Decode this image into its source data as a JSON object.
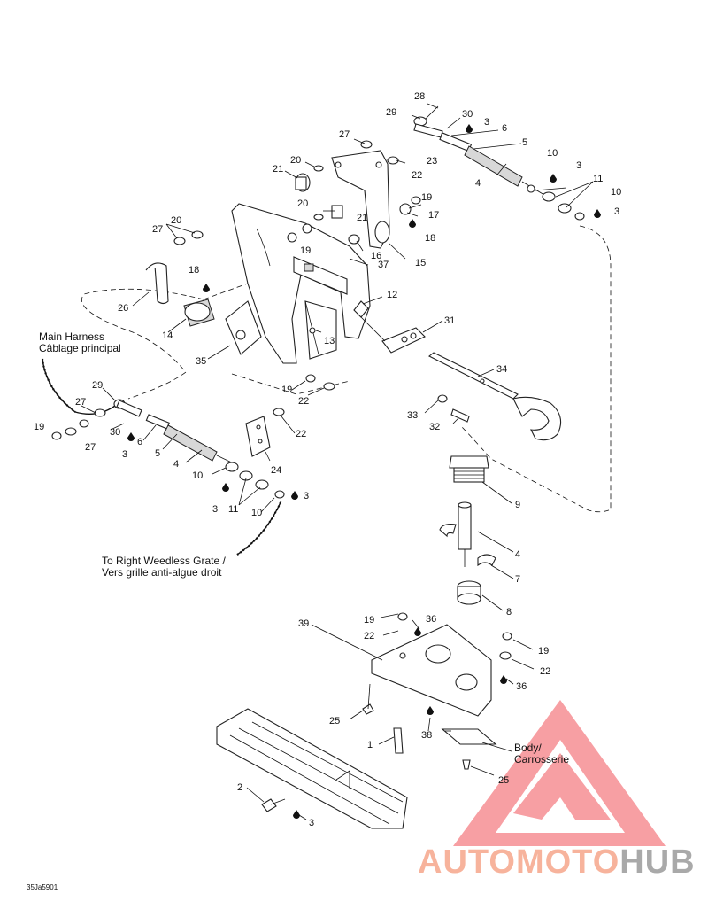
{
  "callouts": [
    {
      "id": "c28a",
      "text": "28"
    },
    {
      "id": "c29a",
      "text": "29"
    },
    {
      "id": "c30a",
      "text": "30"
    },
    {
      "id": "c3a",
      "text": "3"
    },
    {
      "id": "c6a",
      "text": "6"
    },
    {
      "id": "c27a",
      "text": "27"
    },
    {
      "id": "c5a",
      "text": "5"
    },
    {
      "id": "c20a",
      "text": "20"
    },
    {
      "id": "c23",
      "text": "23"
    },
    {
      "id": "c21a",
      "text": "21"
    },
    {
      "id": "c22a",
      "text": "22"
    },
    {
      "id": "c10a",
      "text": "10"
    },
    {
      "id": "c3b",
      "text": "3"
    },
    {
      "id": "c4a",
      "text": "4"
    },
    {
      "id": "c11a",
      "text": "11"
    },
    {
      "id": "c10b",
      "text": "10"
    },
    {
      "id": "c3c",
      "text": "3"
    },
    {
      "id": "c19a",
      "text": "19"
    },
    {
      "id": "c20b",
      "text": "20"
    },
    {
      "id": "c17",
      "text": "17"
    },
    {
      "id": "c21b",
      "text": "21"
    },
    {
      "id": "c20c",
      "text": "20"
    },
    {
      "id": "c27b",
      "text": "27"
    },
    {
      "id": "c18a",
      "text": "18"
    },
    {
      "id": "c16",
      "text": "16"
    },
    {
      "id": "c19b",
      "text": "19"
    },
    {
      "id": "c15",
      "text": "15"
    },
    {
      "id": "c37",
      "text": "37"
    },
    {
      "id": "c18b",
      "text": "18"
    },
    {
      "id": "c26",
      "text": "26"
    },
    {
      "id": "c12",
      "text": "12"
    },
    {
      "id": "c14",
      "text": "14"
    },
    {
      "id": "c31",
      "text": "31"
    },
    {
      "id": "c13",
      "text": "13"
    },
    {
      "id": "c35",
      "text": "35"
    },
    {
      "id": "c34",
      "text": "34"
    },
    {
      "id": "c29b",
      "text": "29"
    },
    {
      "id": "c19c",
      "text": "19"
    },
    {
      "id": "c22b",
      "text": "22"
    },
    {
      "id": "c27c",
      "text": "27"
    },
    {
      "id": "c33",
      "text": "33"
    },
    {
      "id": "c19d",
      "text": "19"
    },
    {
      "id": "c30b",
      "text": "30"
    },
    {
      "id": "c32",
      "text": "32"
    },
    {
      "id": "c27d",
      "text": "27"
    },
    {
      "id": "c6b",
      "text": "6"
    },
    {
      "id": "c22c",
      "text": "22"
    },
    {
      "id": "c3d",
      "text": "3"
    },
    {
      "id": "c5b",
      "text": "5"
    },
    {
      "id": "c4b",
      "text": "4"
    },
    {
      "id": "c24",
      "text": "24"
    },
    {
      "id": "c10c",
      "text": "10"
    },
    {
      "id": "c9",
      "text": "9"
    },
    {
      "id": "c3e",
      "text": "3"
    },
    {
      "id": "c11b",
      "text": "11"
    },
    {
      "id": "c10d",
      "text": "10"
    },
    {
      "id": "c3f",
      "text": "3"
    },
    {
      "id": "c4c",
      "text": "4"
    },
    {
      "id": "c7",
      "text": "7"
    },
    {
      "id": "c8",
      "text": "8"
    },
    {
      "id": "c19e",
      "text": "19"
    },
    {
      "id": "c39",
      "text": "39"
    },
    {
      "id": "c36a",
      "text": "36"
    },
    {
      "id": "c22d",
      "text": "22"
    },
    {
      "id": "c19f",
      "text": "19"
    },
    {
      "id": "c22e",
      "text": "22"
    },
    {
      "id": "c36b",
      "text": "36"
    },
    {
      "id": "c25a",
      "text": "25"
    },
    {
      "id": "c1",
      "text": "1"
    },
    {
      "id": "c38",
      "text": "38"
    },
    {
      "id": "c25b",
      "text": "25"
    },
    {
      "id": "c2",
      "text": "2"
    },
    {
      "id": "c3g",
      "text": "3"
    }
  ],
  "labels": {
    "main_harness_en": "Main Harness",
    "main_harness_fr": "Câblage principal",
    "weedless_en": "To Right Weedless Grate /",
    "weedless_fr": "Vers grille anti-algue droit",
    "body_en": "Body/",
    "body_fr": "Carrosserie"
  },
  "drawing_code": "35Ja5901",
  "watermark": {
    "part1": "AUTOMOTO",
    "part2": "HUB",
    "color_main": "#f7b39c",
    "color_hub": "#a9a9a9",
    "triangle_color": "#ee1c25"
  }
}
